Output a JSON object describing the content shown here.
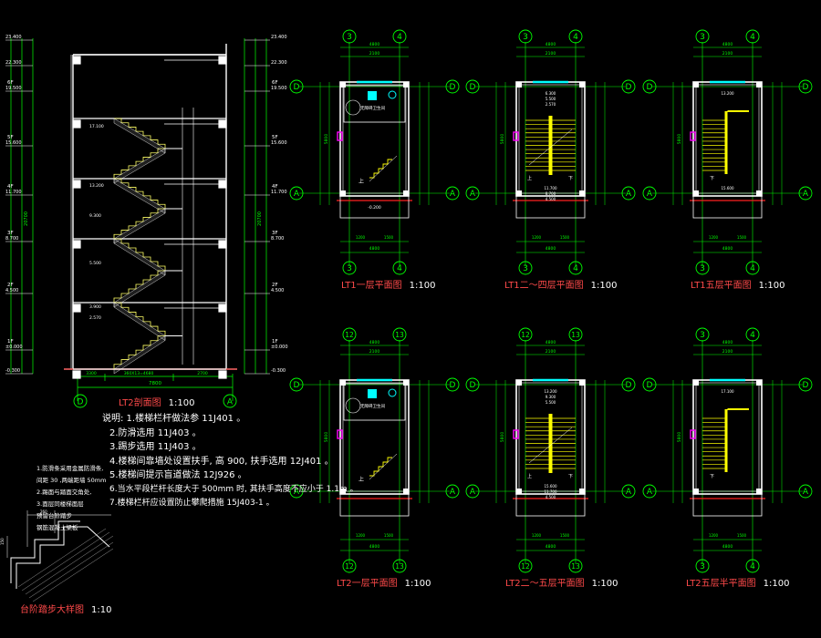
{
  "section_title": "LT2剖面图",
  "section_scale": "1:100",
  "section_total_height": "20700",
  "section_bottom_width": "7800",
  "section_bottom_dims": [
    "3300",
    "360X13=4680",
    "2700"
  ],
  "elev_labels": [
    {
      "text": "23.400",
      "floor": ""
    },
    {
      "text": "22.300",
      "floor": ""
    },
    {
      "text": "19.500",
      "floor": "6F"
    },
    {
      "text": "15.600",
      "floor": "5F"
    },
    {
      "text": "11.700",
      "floor": "4F"
    },
    {
      "text": "8.700",
      "floor": "3F"
    },
    {
      "text": "4.500",
      "floor": "2F"
    },
    {
      "text": "±0.000",
      "floor": "1F"
    },
    {
      "text": "-0.300",
      "floor": ""
    }
  ],
  "section_axes": [
    "D",
    "A"
  ],
  "landing_labels": [
    "17.100",
    "13.200",
    "9.300",
    "5.500",
    "3.900",
    "2.570"
  ],
  "plans": [
    {
      "id": "lt1-1",
      "title": "LT1一层平面图",
      "scale": "1:100",
      "axes_top": [
        "3",
        "4"
      ],
      "axes_bottom": [
        "3",
        "4"
      ],
      "axes_side": [
        "D",
        "A"
      ],
      "room_label": "无障碍卫生间",
      "landing_elev": [
        "-0.200"
      ],
      "top_dims": [
        "4800",
        "2100"
      ],
      "bottom_dims": [
        "4800",
        "1200",
        "1500"
      ],
      "side_dim": "5800"
    },
    {
      "id": "lt1-2",
      "title": "LT1二～四层平面图",
      "scale": "1:100",
      "axes_top": [
        "3",
        "4"
      ],
      "axes_bottom": [
        "3",
        "4"
      ],
      "axes_side": [
        "D",
        "A"
      ],
      "room_label": "",
      "landing_elev": [
        "6.300",
        "5.500",
        "2.570",
        "11.700",
        "8.700",
        "4.500"
      ],
      "top_dims": [
        "4800",
        "2100"
      ],
      "bottom_dims": [
        "4800",
        "1200",
        "1500"
      ],
      "side_dim": "5800"
    },
    {
      "id": "lt1-3",
      "title": "LT1五层平面图",
      "scale": "1:100",
      "axes_top": [
        "3",
        "4"
      ],
      "axes_bottom": [
        "3",
        "4"
      ],
      "axes_side": [
        "D",
        "A"
      ],
      "room_label": "",
      "landing_elev": [
        "13.200",
        "15.600"
      ],
      "top_dims": [
        "4800",
        "2100"
      ],
      "bottom_dims": [
        "4800",
        "1200",
        "1500"
      ],
      "side_dim": "5800"
    },
    {
      "id": "lt2-1",
      "title": "LT2一层平面图",
      "scale": "1:100",
      "axes_top": [
        "12",
        "13"
      ],
      "axes_bottom": [
        "12",
        "13"
      ],
      "axes_side": [
        "D",
        "A"
      ],
      "room_label": "无障碍卫生间",
      "landing_elev": [],
      "top_dims": [
        "4800",
        "2100"
      ],
      "bottom_dims": [
        "4800",
        "1200",
        "1500"
      ],
      "side_dim": "5800"
    },
    {
      "id": "lt2-2",
      "title": "LT2二～五层平面图",
      "scale": "1:100",
      "axes_top": [
        "12",
        "13"
      ],
      "axes_bottom": [
        "12",
        "13"
      ],
      "axes_side": [
        "D",
        "A"
      ],
      "room_label": "",
      "landing_elev": [
        "13.200",
        "9.300",
        "5.500",
        "15.600",
        "11.700",
        "4.500"
      ],
      "top_dims": [
        "4800",
        "2100"
      ],
      "bottom_dims": [
        "4800",
        "1200",
        "1500"
      ],
      "side_dim": "5800"
    },
    {
      "id": "lt2-3",
      "title": "LT2五层半平面图",
      "scale": "1:100",
      "axes_top": [
        "3",
        "4"
      ],
      "axes_bottom": [
        "3",
        "4"
      ],
      "axes_side": [
        "D",
        "A"
      ],
      "room_label": "",
      "landing_elev": [
        "17.100"
      ],
      "top_dims": [
        "4800",
        "2100"
      ],
      "bottom_dims": [
        "4800",
        "1200",
        "1500"
      ],
      "side_dim": "5800"
    }
  ],
  "stair_up": "上",
  "stair_down": "下",
  "notes": [
    "说明: 1.楼梯栏杆做法参 11J401 。",
    "2.防滑选用 11J403 。",
    "3.踢步选用 11J403 。",
    "4.楼梯间靠墙处设置扶手, 高 900, 扶手选用 12J401 。",
    "5.楼梯间提示盲道做法 12J926 。",
    "6.当水平段栏杆长度大于 500mm 时, 其扶手高度不应小于 1.1m 。",
    "7.楼梯栏杆应设置防止攀爬措施 15J403-1 。"
  ],
  "detail_notes": [
    "1.防滑条采用金属防滑条,",
    "间距 30 ,两端距墙 50mm",
    "2.踢面与踏面交角处,",
    "3.面层同楼梯面层",
    "预留台阶踏步",
    "钢筋混凝土梁板"
  ],
  "detail_title": "台阶踏步大样图",
  "detail_scale": "1:10",
  "colors": {
    "grid": "#00ff00",
    "dim": "#66ff66",
    "wall": "#ffffff",
    "stair": "#ffff00",
    "accent": "#ff00ff",
    "red": "#ff2020",
    "cyan": "#00ffff"
  }
}
